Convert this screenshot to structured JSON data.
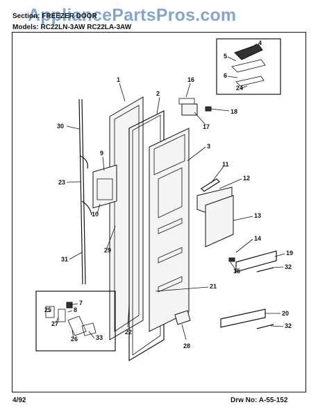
{
  "watermark": "AppliancePartsPros.com",
  "header": {
    "section_label": "Section: FREEZER DOOR",
    "models_label": "Models: RC22LN-3AW   RC22LA-3AW"
  },
  "footer": {
    "date": "4/92",
    "drawing_number": "Drw  No:  A-55-152"
  },
  "callouts": [
    "1",
    "2",
    "3",
    "4",
    "5",
    "6",
    "7",
    "8",
    "9",
    "10",
    "11",
    "12",
    "13",
    "14",
    "15",
    "16",
    "17",
    "18",
    "19",
    "20",
    "21",
    "22",
    "23",
    "24",
    "25",
    "26",
    "27",
    "28",
    "29",
    "30",
    "31",
    "32",
    "32",
    "33"
  ]
}
